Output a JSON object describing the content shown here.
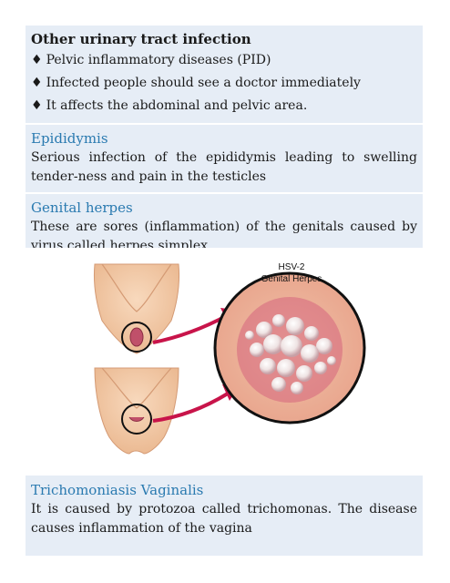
{
  "sections": {
    "other_uti": {
      "title": "Other urinary tract infection",
      "bullets": [
        "Pelvic inflammatory diseases (PID)",
        "Infected people should see a doctor immediately",
        "It affects the abdominal and pelvic area."
      ],
      "bullet_glyph": "♦"
    },
    "epididymis": {
      "heading": "Epididymis",
      "text": "Serious infection of the epididymis leading to swelling tender-ness and pain in the testicles"
    },
    "genital_herpes": {
      "heading": "Genital herpes",
      "text": "These are sores (inflammation) of the genitals caused by virus called herpes simplex."
    },
    "figure": {
      "label_line1": "HSV-2",
      "label_line2": "Genital Herpes"
    },
    "trichomoniasis": {
      "heading": "Trichomoniasis Vaginalis",
      "text": "It is caused by protozoa called trichomonas. The disease causes inflammation of the vagina"
    }
  },
  "colors": {
    "panel": "#e6edf6",
    "heading": "#2a7ab0",
    "arrow": "#c8144a",
    "skin": "#f2c7a0"
  }
}
